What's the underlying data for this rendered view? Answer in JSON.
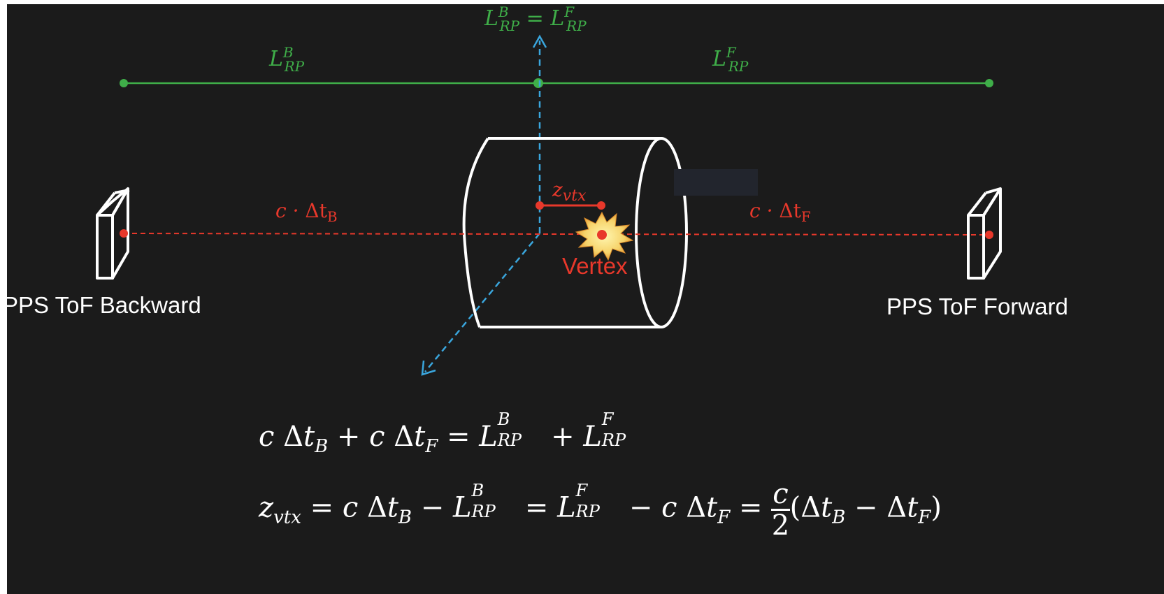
{
  "labels": {
    "top_equality": "L^B_RP = L^F_RP",
    "l_backward": "L^B_RP",
    "l_forward": "L^F_RP",
    "z_vtx": "z_vtx",
    "c_dt_b": "c · Δt_B",
    "c_dt_f": "c · Δt_F",
    "vertex": "Vertex",
    "detector_backward": "PPS ToF Backward",
    "detector_forward": "PPS ToF Forward"
  },
  "equations": {
    "eq1": "c Δt_B + c Δt_F = L^B_RP + L^F_RP",
    "eq2": "z_vtx = c Δt_B − L^B_RP = L^F_RP − c Δt_F = c/2 (Δt_B − Δt_F)"
  },
  "colors": {
    "background": "#1b1b1b",
    "green": "#3fae49",
    "red": "#e8382b",
    "blue": "#3aa6dd",
    "white": "#ffffff"
  },
  "icons": {
    "explosion": "starburst-icon"
  }
}
